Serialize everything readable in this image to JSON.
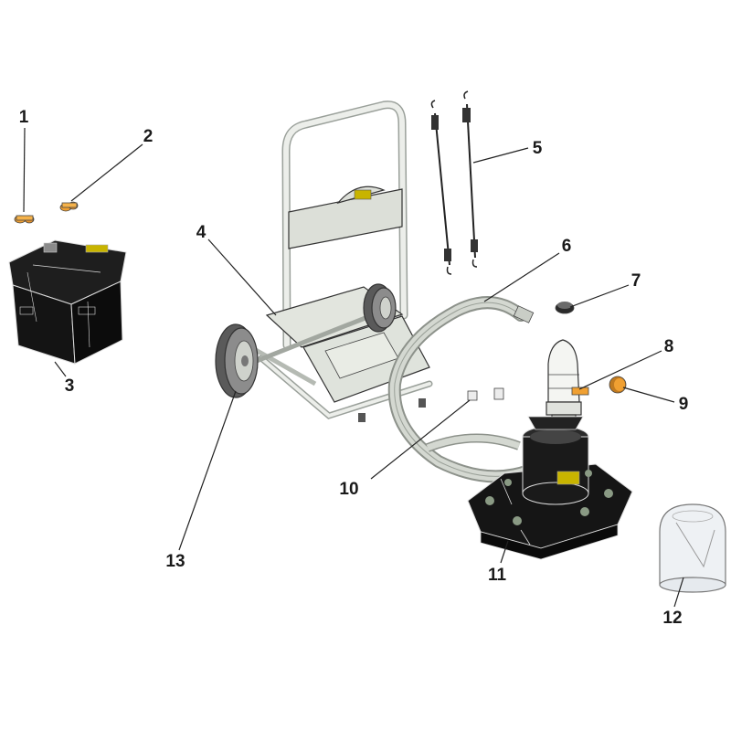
{
  "callouts": [
    {
      "id": "1",
      "label": "1"
    },
    {
      "id": "2",
      "label": "2"
    },
    {
      "id": "3",
      "label": "3"
    },
    {
      "id": "4",
      "label": "4"
    },
    {
      "id": "5",
      "label": "5"
    },
    {
      "id": "6",
      "label": "6"
    },
    {
      "id": "7",
      "label": "7"
    },
    {
      "id": "8",
      "label": "8"
    },
    {
      "id": "9",
      "label": "9"
    },
    {
      "id": "10",
      "label": "10"
    },
    {
      "id": "11",
      "label": "11"
    },
    {
      "id": "12",
      "label": "12"
    },
    {
      "id": "13",
      "label": "13"
    }
  ],
  "colors": {
    "battery_box": "#141414",
    "frame": "#e4e7e2",
    "frame_tray": "#d8dcd3",
    "hose": "#c9cdc6",
    "base": "#101010",
    "orange_part": "#f0a032",
    "yellow_label": "#c8b400",
    "clear_cover": "#eef1f4"
  }
}
